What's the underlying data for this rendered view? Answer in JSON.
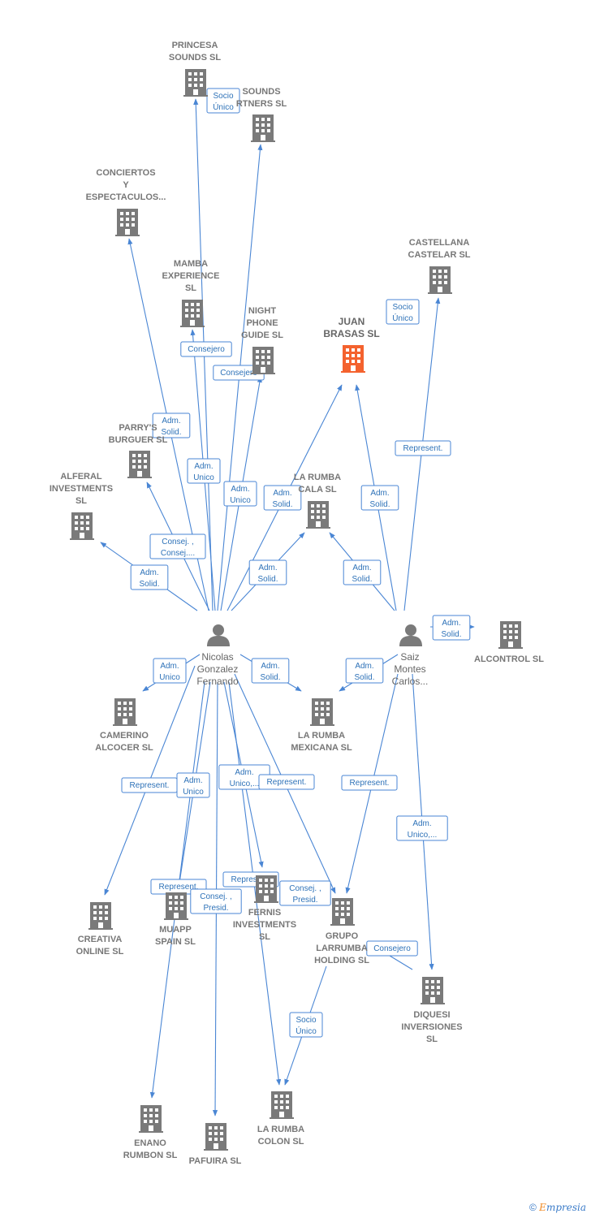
{
  "colors": {
    "edge": "#4a86d4",
    "building": "#7a7a7a",
    "focus_building": "#f4622e",
    "person": "#7a7a7a"
  },
  "nodes": [
    {
      "id": "princesa",
      "type": "company",
      "lines": [
        "PRINCESA",
        "SOUNDS  SL"
      ]
    },
    {
      "id": "sounds_partners",
      "type": "company",
      "lines": [
        "SOUNDS",
        "RTNERS  SL"
      ]
    },
    {
      "id": "conciertos",
      "type": "company",
      "lines": [
        "CONCIERTOS",
        "Y",
        "ESPECTACULOS..."
      ]
    },
    {
      "id": "castellana",
      "type": "company",
      "lines": [
        "CASTELLANA",
        "CASTELAR  SL"
      ]
    },
    {
      "id": "mamba",
      "type": "company",
      "lines": [
        "MAMBA",
        "EXPERIENCE",
        "SL"
      ]
    },
    {
      "id": "night_phone",
      "type": "company",
      "lines": [
        "NIGHT",
        "PHONE",
        "GUIDE SL"
      ]
    },
    {
      "id": "juan_brasas",
      "type": "focus",
      "lines": [
        "JUAN",
        "BRASAS  SL"
      ]
    },
    {
      "id": "parrys",
      "type": "company",
      "lines": [
        "PARRY'S",
        "BURGUER SL"
      ]
    },
    {
      "id": "alferal",
      "type": "company",
      "lines": [
        "ALFERAL",
        "INVESTMENTS",
        "SL"
      ]
    },
    {
      "id": "rumba_cala",
      "type": "company",
      "lines": [
        "LA RUMBA",
        "CALA  SL"
      ]
    },
    {
      "id": "alcontrol",
      "type": "company",
      "lines": [
        "ALCONTROL SL"
      ]
    },
    {
      "id": "nicolas",
      "type": "person",
      "lines": [
        "Nicolas",
        "Gonzalez",
        "Fernando"
      ]
    },
    {
      "id": "saiz",
      "type": "person",
      "lines": [
        "Saiz",
        "Montes",
        "Carlos..."
      ]
    },
    {
      "id": "camerino",
      "type": "company",
      "lines": [
        "CAMERINO",
        "ALCOCER SL"
      ]
    },
    {
      "id": "rumba_mexicana",
      "type": "company",
      "lines": [
        "LA RUMBA",
        "MEXICANA  SL"
      ]
    },
    {
      "id": "creativa",
      "type": "company",
      "lines": [
        "CREATIVA",
        "ONLINE  SL"
      ]
    },
    {
      "id": "muapp",
      "type": "company",
      "lines": [
        "MUAPP",
        "SPAIN  SL"
      ]
    },
    {
      "id": "fernis",
      "type": "company",
      "lines": [
        "FERNIS",
        "INVESTMENTS",
        "SL"
      ]
    },
    {
      "id": "grupo_larrumba",
      "type": "company",
      "lines": [
        "GRUPO",
        "LARRUMBA",
        "HOLDING  SL"
      ]
    },
    {
      "id": "diquesi",
      "type": "company",
      "lines": [
        "DIQUESI",
        "INVERSIONES",
        "SL"
      ]
    },
    {
      "id": "enano",
      "type": "company",
      "lines": [
        "ENANO",
        "RUMBON  SL"
      ]
    },
    {
      "id": "pafuira",
      "type": "company",
      "lines": [
        "PAFUIRA SL"
      ]
    },
    {
      "id": "rumba_colon",
      "type": "company",
      "lines": [
        "LA RUMBA",
        "COLON  SL"
      ]
    }
  ],
  "edges": [
    {
      "from": "nicolas",
      "to": "princesa",
      "label": [
        "Socio",
        "Único"
      ]
    },
    {
      "from": "nicolas",
      "to": "sounds_partners",
      "label": []
    },
    {
      "from": "nicolas",
      "to": "conciertos",
      "label": [
        "Adm.",
        "Solid."
      ]
    },
    {
      "from": "nicolas",
      "to": "mamba",
      "label": [
        "Consejero"
      ]
    },
    {
      "from": "nicolas",
      "to": "night_phone",
      "label": [
        "Consejero"
      ]
    },
    {
      "from": "nicolas",
      "to": "juan_brasas",
      "label": [
        "Adm.",
        "Solid."
      ]
    },
    {
      "from": "nicolas",
      "to": "parrys",
      "label": [
        "Adm.",
        "Unico"
      ]
    },
    {
      "from": "nicolas",
      "to": "alferal",
      "label": [
        "Adm.",
        "Solid."
      ]
    },
    {
      "from": "nicolas",
      "to": "rumba_cala",
      "label": [
        "Adm.",
        "Solid."
      ]
    },
    {
      "from": "nicolas",
      "to": "parrys_extra",
      "label": [
        "Consej. ,",
        "Consej...."
      ]
    },
    {
      "from": "nicolas",
      "to": "mamba_extra",
      "label": [
        "Adm.",
        "Unico"
      ]
    },
    {
      "from": "nicolas",
      "to": "camerino",
      "label": [
        "Adm.",
        "Unico"
      ]
    },
    {
      "from": "nicolas",
      "to": "rumba_mexicana",
      "label": [
        "Adm.",
        "Solid."
      ]
    },
    {
      "from": "nicolas",
      "to": "creativa",
      "label": [
        "Represent."
      ]
    },
    {
      "from": "nicolas",
      "to": "muapp",
      "label": [
        "Adm.",
        "Unico"
      ]
    },
    {
      "from": "nicolas",
      "to": "fernis",
      "label": [
        "Adm.",
        "Unico,..."
      ]
    },
    {
      "from": "nicolas",
      "to": "grupo_larrumba",
      "label": [
        "Represent."
      ]
    },
    {
      "from": "nicolas",
      "to": "enano",
      "label": [
        "Represent."
      ]
    },
    {
      "from": "nicolas",
      "to": "pafuira",
      "label": [
        "Consej. ,",
        "Presid."
      ]
    },
    {
      "from": "nicolas",
      "to": "rumba_colon",
      "label": [
        "Represent."
      ]
    },
    {
      "from": "nicolas",
      "to": "grupo_larrumba2",
      "label": [
        "Consej. ,",
        "Presid."
      ]
    },
    {
      "from": "saiz",
      "to": "castellana",
      "label": [
        "Represent."
      ]
    },
    {
      "from": "saiz",
      "to": "juan_brasas",
      "label": [
        "Adm.",
        "Solid."
      ]
    },
    {
      "from": "saiz",
      "to": "rumba_cala",
      "label": [
        "Adm.",
        "Solid."
      ]
    },
    {
      "from": "saiz",
      "to": "alcontrol",
      "label": [
        "Adm.",
        "Solid."
      ]
    },
    {
      "from": "saiz",
      "to": "rumba_mexicana",
      "label": [
        "Adm.",
        "Solid."
      ]
    },
    {
      "from": "saiz",
      "to": "grupo_larrumba",
      "label": [
        "Represent."
      ]
    },
    {
      "from": "saiz",
      "to": "diquesi",
      "label": [
        "Adm.",
        "Unico,..."
      ]
    },
    {
      "from": "grupo_larrumba",
      "to": "rumba_colon",
      "label": [
        "Socio",
        "Único"
      ]
    },
    {
      "from": "grupo_larrumba",
      "to": "diquesi",
      "label": [
        "Consejero"
      ]
    },
    {
      "from": "juan_brasas",
      "to": "castellana",
      "label": [
        "Socio",
        "Único"
      ]
    }
  ],
  "footer": {
    "copyright": "©",
    "brand_initial": "E",
    "brand_rest": "mpresia"
  }
}
